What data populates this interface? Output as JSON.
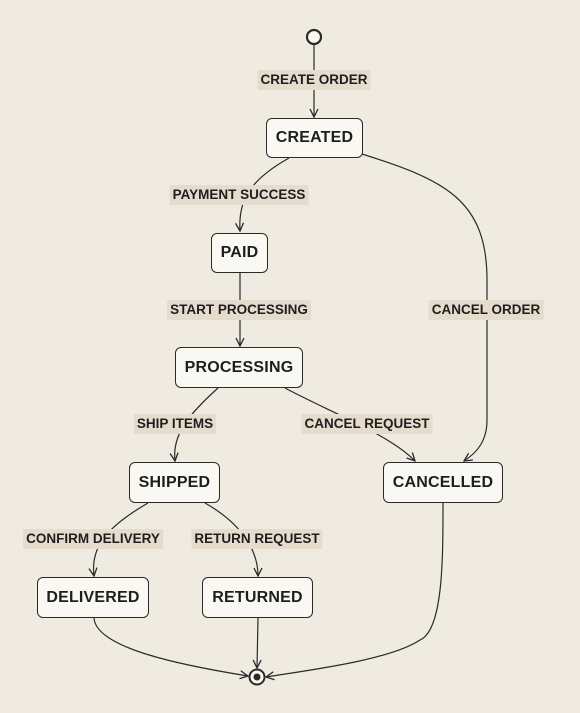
{
  "colors": {
    "background": "#efebe1",
    "node_fill": "#faf8f3",
    "stroke": "#2a2a2a",
    "label_bg": "#e6dccd"
  },
  "states": {
    "created": "CREATED",
    "paid": "PAID",
    "processing": "PROCESSING",
    "shipped": "SHIPPED",
    "cancelled": "CANCELLED",
    "delivered": "DELIVERED",
    "returned": "RETURNED"
  },
  "transitions": {
    "create_order": "CREATE ORDER",
    "payment_success": "PAYMENT SUCCESS",
    "start_processing": "START PROCESSING",
    "cancel_order": "CANCEL ORDER",
    "ship_items": "SHIP ITEMS",
    "cancel_request": "CANCEL REQUEST",
    "confirm_delivery": "CONFIRM DELIVERY",
    "return_request": "RETURN REQUEST"
  }
}
